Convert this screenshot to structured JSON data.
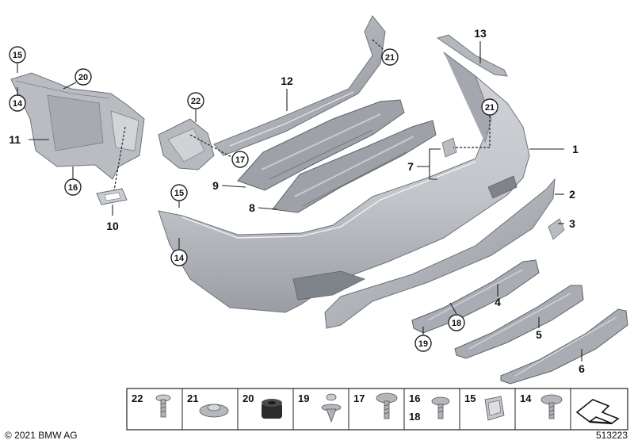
{
  "callouts": {
    "c1": "1",
    "c2": "2",
    "c3": "3",
    "c4": "4",
    "c5": "5",
    "c6": "6",
    "c7": "7",
    "c8": "8",
    "c9": "9",
    "c10": "10",
    "c11": "11",
    "c12": "12",
    "c13": "13",
    "c14a": "14",
    "c14b": "14",
    "c15a": "15",
    "c15b": "15",
    "c16": "16",
    "c17": "17",
    "c18": "18",
    "c19": "19",
    "c20": "20",
    "c21a": "21",
    "c21b": "21",
    "c22": "22"
  },
  "parts_table": [
    {
      "id": "cell-22",
      "label": "22"
    },
    {
      "id": "cell-21",
      "label": "21"
    },
    {
      "id": "cell-20",
      "label": "20"
    },
    {
      "id": "cell-19",
      "label": "19"
    },
    {
      "id": "cell-17",
      "label": "17"
    },
    {
      "id": "cell-16",
      "label": "16",
      "label2": "18"
    },
    {
      "id": "cell-15",
      "label": "15"
    },
    {
      "id": "cell-14",
      "label": "14"
    }
  ],
  "footer": {
    "copyright": "© 2021 BMW AG",
    "diagram_number": "513223"
  },
  "colors": {
    "part_fill": "#c4c7cc",
    "part_dark": "#8e9298",
    "part_light": "#dcdee1"
  }
}
